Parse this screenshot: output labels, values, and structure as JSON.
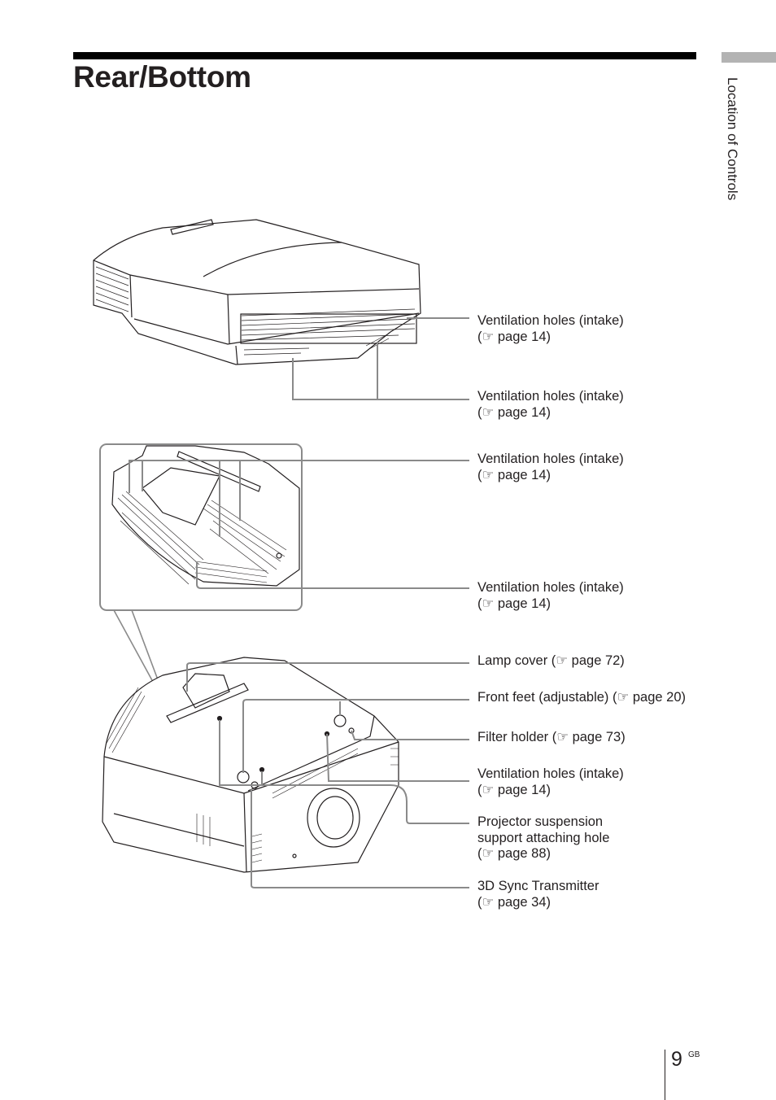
{
  "page": {
    "title": "Rear/Bottom",
    "section_tab": "Location of Controls",
    "page_number": "9",
    "page_suffix": "GB"
  },
  "callouts": [
    {
      "lines": [
        "Ventilation holes (intake)",
        "(☞ page 14)"
      ]
    },
    {
      "lines": [
        "Ventilation holes (intake)",
        "(☞ page 14)"
      ]
    },
    {
      "lines": [
        "Ventilation holes (intake)",
        "(☞ page 14)"
      ]
    },
    {
      "lines": [
        "Ventilation holes (intake)",
        "(☞ page 14)"
      ]
    },
    {
      "lines": [
        "Lamp cover (☞ page 72)"
      ]
    },
    {
      "lines": [
        "Front feet (adjustable) (☞ page 20)"
      ]
    },
    {
      "lines": [
        "Filter holder (☞ page 73)"
      ]
    },
    {
      "lines": [
        "Ventilation holes (intake)",
        "(☞ page 14)"
      ]
    },
    {
      "lines": [
        "Projector suspension",
        "support attaching hole",
        "(☞ page 88)"
      ]
    },
    {
      "lines": [
        "3D Sync Transmitter",
        "(☞ page 34)"
      ]
    }
  ],
  "figures": [
    {
      "name": "projector-rear-view-illustration"
    },
    {
      "name": "bottom-detail-zoom-illustration"
    },
    {
      "name": "projector-bottom-view-illustration"
    }
  ]
}
